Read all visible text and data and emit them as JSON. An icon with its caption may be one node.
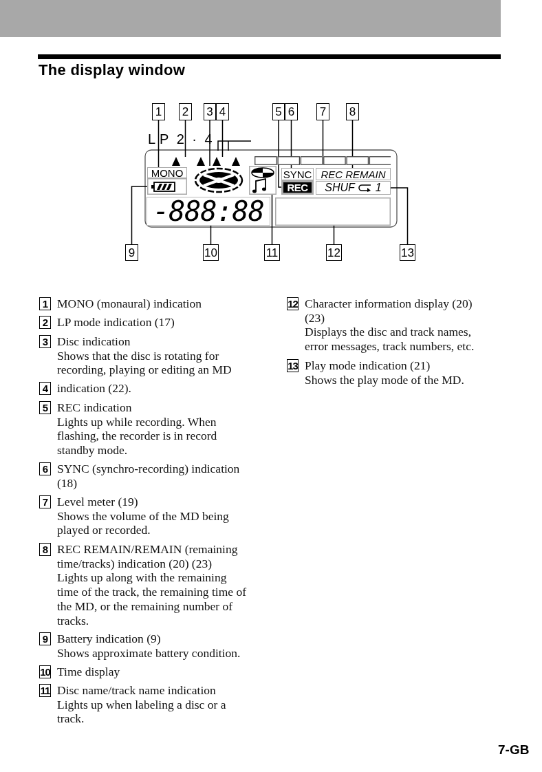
{
  "diagram": {
    "title": "The display window",
    "nodes": [
      {
        "text": [
          "1"
        ]
      },
      {
        "text": [
          "2"
        ]
      },
      {
        "text": [
          "3"
        ]
      },
      {
        "text": [
          "4"
        ]
      },
      {
        "text": [
          "5"
        ]
      },
      {
        "text": [
          "6"
        ]
      },
      {
        "text": [
          "7"
        ]
      },
      {
        "text": [
          "8"
        ]
      },
      {
        "text": [],
        "shape": "triangle"
      },
      {
        "text": [],
        "shape": "triangle"
      },
      {
        "text": [],
        "shape": "bar"
      },
      {
        "text": [
          "MONO"
        ]
      },
      {
        "text": [],
        "shape": "circle"
      },
      {
        "text": [],
        "shape": "box"
      },
      {
        "text": [
          "SYNC"
        ]
      },
      {
        "text": [
          "REC REMAIN"
        ]
      },
      {
        "text": [],
        "shape": "battery"
      },
      {
        "text": [
          "REC"
        ]
      },
      {
        "text": [
          "SHUF",
          "1"
        ]
      },
      {
        "text": [
          "-888:88"
        ]
      },
      {
        "text": [],
        "shape": "box"
      },
      {
        "text": [
          "9"
        ]
      },
      {
        "text": [
          "10"
        ]
      },
      {
        "text": [
          "11"
        ]
      },
      {
        "text": [
          "12"
        ]
      },
      {
        "text": [
          "13"
        ]
      }
    ],
    "edges": [
      {
        "from": 0,
        "to": 11,
        "arrow": "none"
      },
      {
        "from": 1,
        "to": 8,
        "arrow": "none"
      },
      {
        "from": 2,
        "to": 12,
        "arrow": "none"
      },
      {
        "from": 3,
        "to": 9,
        "arrow": "none"
      },
      {
        "from": 4,
        "to": 17,
        "arrow": "none"
      },
      {
        "from": 5,
        "to": 14,
        "arrow": "none"
      },
      {
        "from": 6,
        "to": 10,
        "arrow": "none"
      },
      {
        "from": 7,
        "to": 15,
        "arrow": "none"
      },
      {
        "from": 21,
        "to": 16,
        "arrow": "none"
      },
      {
        "from": 22,
        "to": 19,
        "arrow": "none"
      },
      {
        "from": 23,
        "to": 13,
        "arrow": "none"
      },
      {
        "from": 24,
        "to": 20,
        "arrow": "none"
      },
      {
        "from": 25,
        "to": 18,
        "arrow": "none"
      }
    ],
    "labels": [
      "LP 2 · 4",
      "1",
      "MONO (monaural) indication",
      "2",
      "LP mode indication (17)",
      "3",
      "Disc indication",
      "Shows that the disc is rotating for recording, playing or editing an MD",
      "4",
      "indication (22).",
      "5",
      "REC indication",
      "Lights up while recording. When flashing, the recorder is in record standby mode.",
      "6",
      "SYNC (synchro-recording) indication (18)",
      "7",
      "Level meter (19)",
      "Shows the volume of the MD being played or recorded.",
      "8",
      "REC REMAIN/REMAIN (remaining time/tracks) indication (20) (23)",
      "Lights up along with the remaining time of the track, the remaining time of the MD, or the remaining number of tracks.",
      "9",
      "Battery indication (9)",
      "Shows approximate battery condition.",
      "10",
      "Time display",
      "11",
      "Disc name/track name indication",
      "Lights up when labeling a disc or a track.",
      "12",
      "Character information display (20) (23)",
      "Displays the disc and track names, error messages, track numbers, etc.",
      "13",
      "Play mode indication (21)",
      "Shows the play mode of the MD.",
      "7-GB"
    ]
  }
}
